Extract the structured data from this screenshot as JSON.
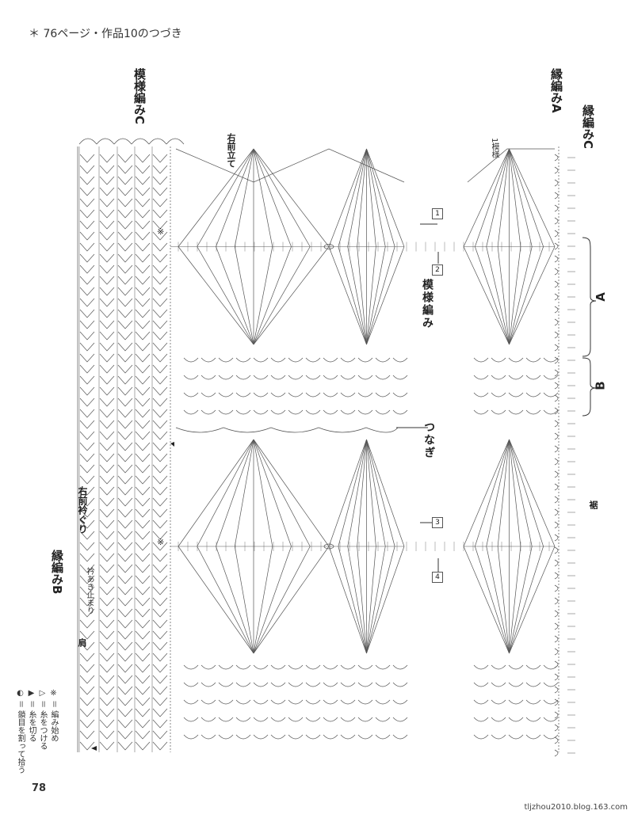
{
  "header": {
    "text": "＊ 76ページ・作品10のつづき"
  },
  "page_number": "78",
  "watermark": "tljzhou2010.blog.163.com",
  "labels": {
    "pattern_c_top": "模様編みC",
    "edging_a": "縁編みA",
    "edging_c": "縁編みC",
    "right_front_standing": "右前立て",
    "one_pattern": "1模様",
    "pattern_stitch": "模様編み",
    "joining": "つなぎ",
    "right_front_neckline": "右前衿ぐり",
    "edging_b": "縁編みB",
    "opening_end": "衿あき止まり",
    "shoulder": "肩",
    "hem": "裾",
    "bracket_a": "A",
    "bracket_b": "B",
    "marker_1": "1",
    "marker_2": "2",
    "marker_3": "3",
    "marker_4": "4",
    "asterisk": "※"
  },
  "legend": [
    "※ ＝ 編み始め",
    "▷ ＝ 糸をつける",
    "▶ ＝ 糸を切る",
    "◐ ＝ 鎖目を割って拾う"
  ]
}
